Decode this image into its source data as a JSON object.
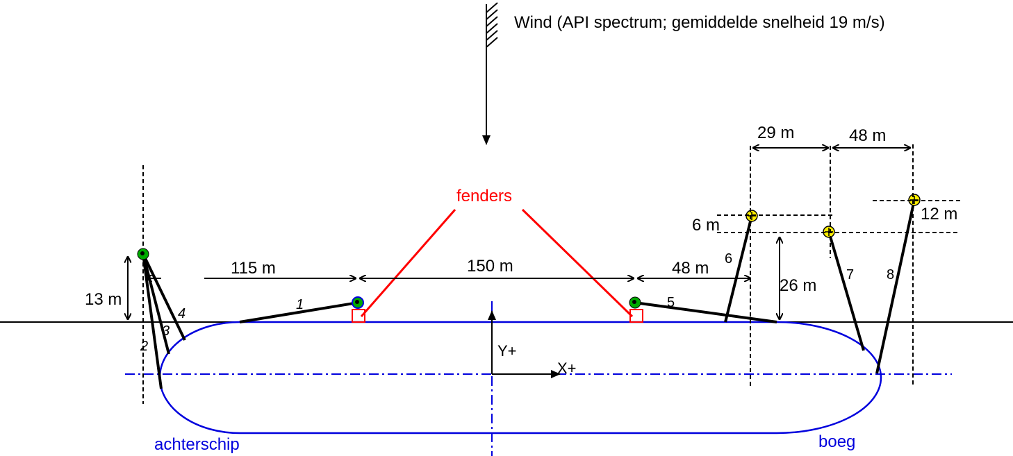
{
  "wind_label": "Wind (API spectrum; gemiddelde snelheid 19 m/s)",
  "fenders_label": "fenders",
  "aft_label": "achterschip",
  "bow_label": "boeg",
  "axes": {
    "y": "Y+",
    "x": "X+"
  },
  "dimensions": {
    "d115": "115 m",
    "d150": "150 m",
    "d48a": "48 m",
    "d13": "13 m",
    "d26": "26 m",
    "d6": "6 m",
    "d12": "12 m",
    "d29": "29 m",
    "d48b": "48 m"
  },
  "lines": [
    "1",
    "2",
    "3",
    "4",
    "5",
    "6",
    "7",
    "8"
  ],
  "colors": {
    "hull": "#0000dd",
    "fender": "#ff0000",
    "bollard_green": "#00aa00",
    "anchor_yellow": "#ffee00"
  }
}
